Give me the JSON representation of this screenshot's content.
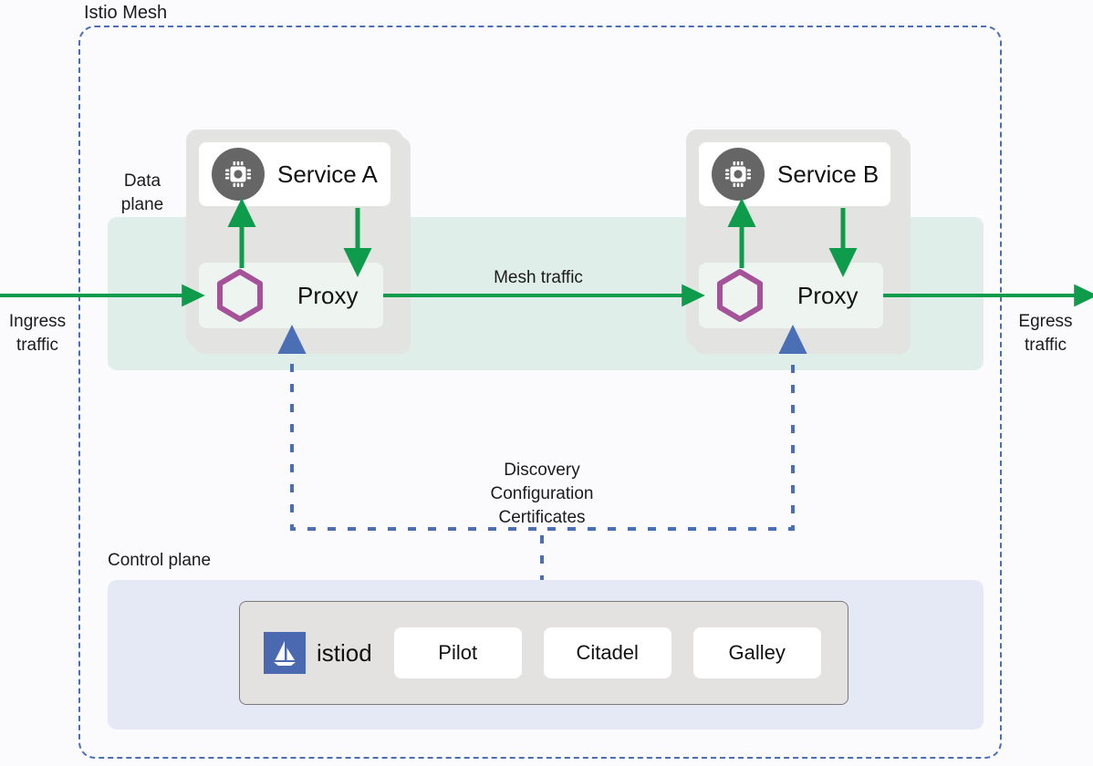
{
  "diagram": {
    "title": "Istio Mesh",
    "background_color": "#fbfbfd",
    "boundary_color": "#4a6fb5"
  },
  "planes": {
    "data_plane_label": "Data\nplane",
    "data_plane_color": "#dfeee8",
    "control_plane_label": "Control plane",
    "control_plane_color": "#e5e9f5"
  },
  "traffic": {
    "ingress_label": "Ingress\ntraffic",
    "mesh_label": "Mesh traffic",
    "egress_label": "Egress\ntraffic",
    "arrow_color": "#0f9b4c"
  },
  "pods": [
    {
      "service_name": "Service A",
      "proxy_name": "Proxy",
      "service_icon": "cpu-chip-icon",
      "proxy_icon": "hexagon-icon",
      "icon_circle_color": "#666666",
      "hexagon_color": "#a5529a"
    },
    {
      "service_name": "Service B",
      "proxy_name": "Proxy",
      "service_icon": "cpu-chip-icon",
      "proxy_icon": "hexagon-icon",
      "icon_circle_color": "#666666",
      "hexagon_color": "#a5529a"
    }
  ],
  "config_channel": {
    "label": "Discovery\nConfiguration\nCertificates",
    "line_color": "#4a6fb5"
  },
  "control_plane": {
    "product_name": "istiod",
    "logo_icon": "istio-sailboat-icon",
    "logo_color": "#4a69b0",
    "components": [
      {
        "label": "Pilot"
      },
      {
        "label": "Citadel"
      },
      {
        "label": "Galley"
      }
    ]
  }
}
